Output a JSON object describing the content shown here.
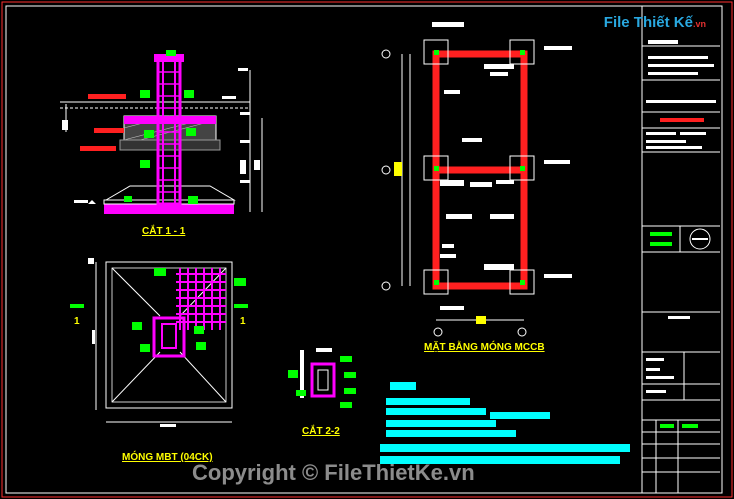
{
  "labels": {
    "section_1": "CẮT 1 - 1",
    "section_2": "CẮT 2-2",
    "plan_foundation": "MẶT BẰNG MÓNG MCCB",
    "foundation_mbt": "MÓNG MBT (04CK)",
    "axis_left": "1",
    "axis_right": "1"
  },
  "watermark": "Copyright © FileThietKe.vn",
  "logo": {
    "main": "File Thiết Kế",
    "suffix": ".vn"
  },
  "colors": {
    "background": "#000000",
    "magenta": "#ff00ff",
    "red": "#ff2020",
    "green": "#00ff00",
    "yellow": "#ffff00",
    "cyan": "#00ffff",
    "white": "#ffffff"
  }
}
